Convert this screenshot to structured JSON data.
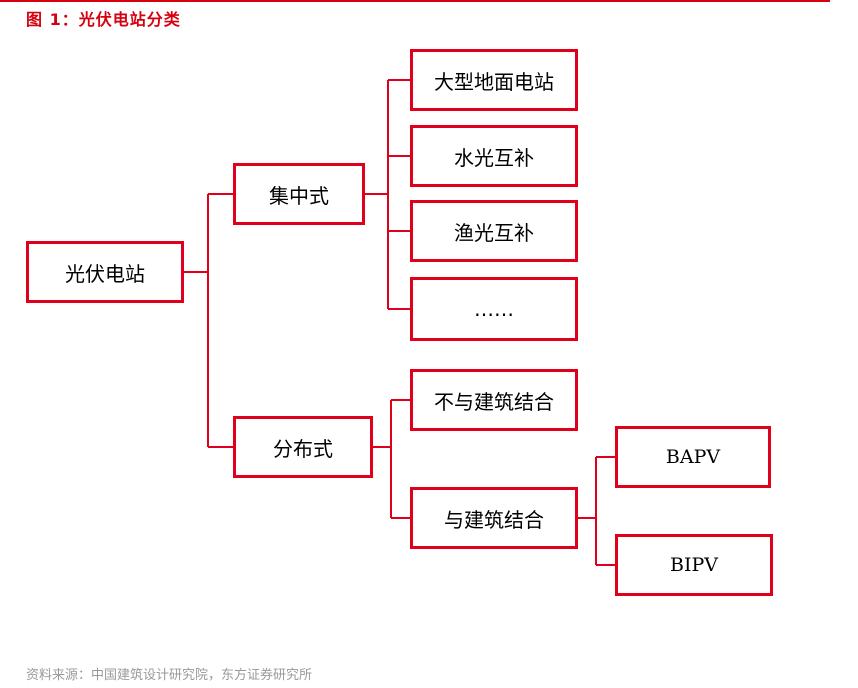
{
  "header": {
    "title": "图 1：光伏电站分类"
  },
  "diagram": {
    "root": "光伏电站",
    "centralized": {
      "label": "集中式",
      "children": [
        "大型地面电站",
        "水光互补",
        "渔光互补",
        "……"
      ]
    },
    "distributed": {
      "label": "分布式",
      "non_integrated": "不与建筑结合",
      "integrated": {
        "label": "与建筑结合",
        "children": [
          "BAPV",
          "BIPV"
        ]
      }
    }
  },
  "footer": {
    "source": "资料来源：中国建筑设计研究院，东方证券研究所"
  },
  "colors": {
    "accent": "#e0001b",
    "title": "#d6000f",
    "source_text": "#9a9a9a"
  }
}
